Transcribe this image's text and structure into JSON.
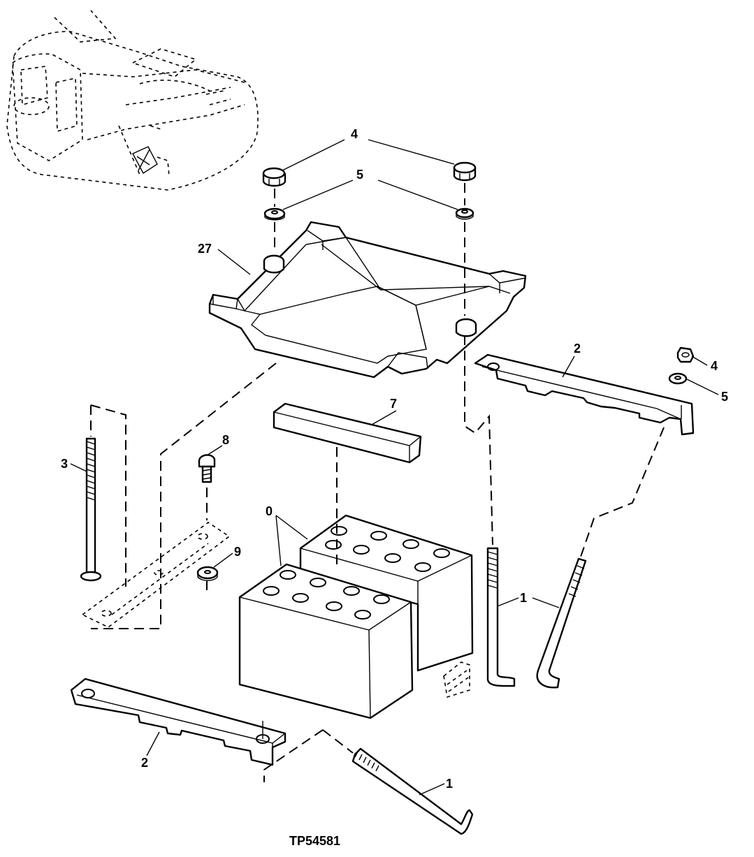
{
  "figure_id": "TP54581",
  "callouts": {
    "c4_top": "4",
    "c5_top": "5",
    "c27": "27",
    "c2_right": "2",
    "c4_right": "4",
    "c5_right": "5",
    "c7": "7",
    "c8": "8",
    "c3": "3",
    "c0": "0",
    "c9": "9",
    "c1_center": "1",
    "c2_bottom": "2",
    "c1_bottom": "1"
  }
}
